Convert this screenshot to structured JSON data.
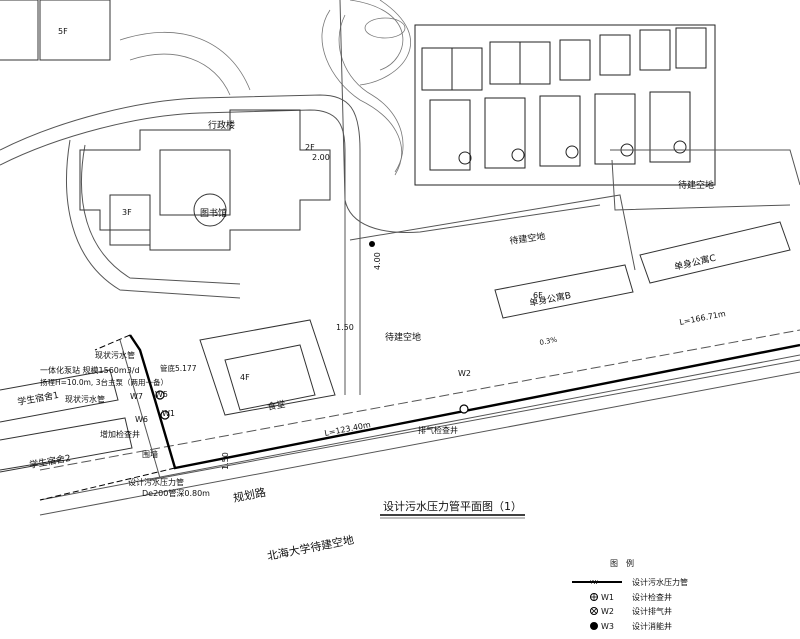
{
  "drawing": {
    "title": "设计污水压力管平面图（1）",
    "road_name": "规划路",
    "south_area": "北海大学待建空地"
  },
  "buildings": {
    "admin": "行政楼",
    "library": "图书馆",
    "canteen": "食堂",
    "dorm_a": "单身公寓C",
    "dorm_b": "单身公寓B",
    "student1": "学生宿舍1",
    "student2": "学生宿舍2",
    "vacant1": "待建空地",
    "vacant2": "待建空地",
    "vacant3": "待建空地",
    "floor_5f": "5F",
    "floor_6f": "6F",
    "floor_4f": "4F",
    "floor_3f": "3F",
    "floor_2f": "2F"
  },
  "annotations": {
    "existing_pipe": "现状污水管",
    "pump_station": "一体化泵站 规模1560m3/d",
    "pump_spec": "扬程H=10.0m, 3台主泵（两用一备）",
    "existing_pipe2": "现状污水管",
    "new_manhole": "增加检查井",
    "wall": "围墙",
    "pressure_pipe": "设计污水压力管",
    "pipe_spec": "De200管深0.80m",
    "vent_well": "排气检查井",
    "pipe_bottom": "管底5.177",
    "len1": "L=123.40m",
    "len2": "L=166.71m",
    "dim_150": "1.50",
    "dim_400": "4.00",
    "dim_200": "2.00",
    "dim_150b": "1.50",
    "w1": "W1",
    "w2": "W2",
    "w5": "W5",
    "w6": "W6",
    "w7": "W7",
    "slope": "0.3%"
  },
  "legend": {
    "title": "图　例",
    "items": [
      {
        "label": "设计污水压力管",
        "symbol": "YW"
      },
      {
        "label": "设计检查井",
        "symbol": "W1"
      },
      {
        "label": "设计排气井",
        "symbol": "W2"
      },
      {
        "label": "设计消能井",
        "symbol": "W3"
      }
    ]
  }
}
